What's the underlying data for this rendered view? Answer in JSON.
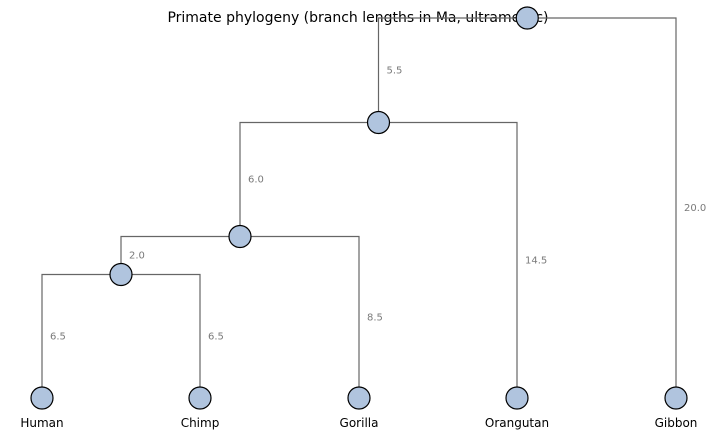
{
  "title": "Primate phylogeny (branch lengths in Ma, ultrametric)",
  "colors": {
    "node_fill": "#b0c4de",
    "node_stroke": "#000000",
    "branch": "#666666",
    "length_label": "#7a7a7a"
  },
  "tree": {
    "root": "root",
    "nodes": [
      {
        "id": "root",
        "children": [
          "hco",
          "gibbon"
        ],
        "branch_lengths": [
          "5.5",
          "20.0"
        ]
      },
      {
        "id": "hco",
        "children": [
          "hcg",
          "orangutan"
        ],
        "branch_lengths": [
          "6.0",
          "14.5"
        ]
      },
      {
        "id": "hcg",
        "children": [
          "hc",
          "gorilla"
        ],
        "branch_lengths": [
          "2.0",
          "8.5"
        ]
      },
      {
        "id": "hc",
        "children": [
          "human",
          "chimp"
        ],
        "branch_lengths": [
          "6.5",
          "6.5"
        ]
      }
    ],
    "leaves": [
      {
        "id": "human",
        "label": "Human"
      },
      {
        "id": "chimp",
        "label": "Chimp"
      },
      {
        "id": "gorilla",
        "label": "Gorilla"
      },
      {
        "id": "orangutan",
        "label": "Orangutan"
      },
      {
        "id": "gibbon",
        "label": "Gibbon"
      }
    ]
  }
}
